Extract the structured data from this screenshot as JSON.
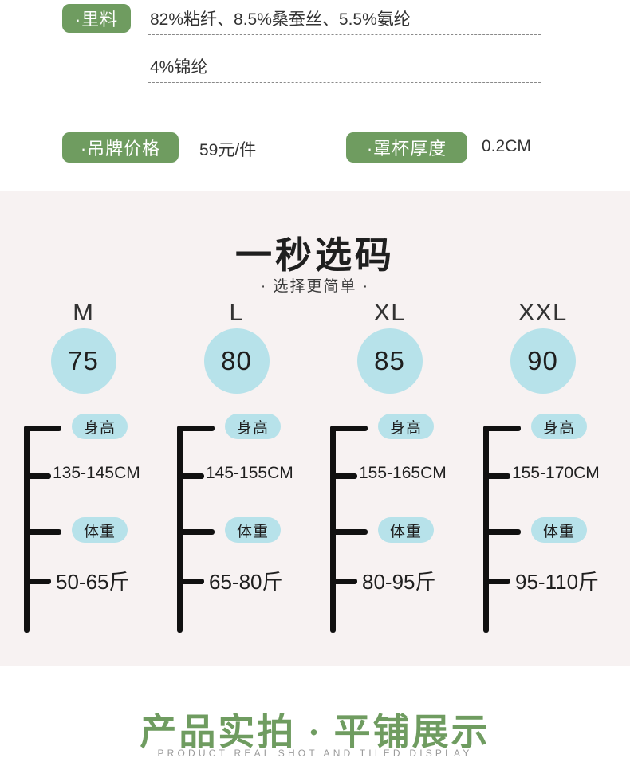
{
  "spec": {
    "lining": {
      "label": "·里料",
      "line1": "82%粘纤、8.5%桑蚕丝、5.5%氨纶",
      "line2": "4%锦纶"
    },
    "tag_price": {
      "label": "·吊牌价格",
      "value": "59元/件"
    },
    "cup_thickness": {
      "label": "·罩杯厚度",
      "value": "0.2CM"
    }
  },
  "size_panel": {
    "title": "一秒选码",
    "subtitle": "· 选择更简单 ·",
    "height_tag": "身高",
    "weight_tag": "体重",
    "columns": [
      {
        "size": "M",
        "cup": "75",
        "height": "135-145CM",
        "weight": "50-65斤"
      },
      {
        "size": "L",
        "cup": "80",
        "height": "145-155CM",
        "weight": "65-80斤"
      },
      {
        "size": "XL",
        "cup": "85",
        "height": "155-165CM",
        "weight": "80-95斤"
      },
      {
        "size": "XXL",
        "cup": "90",
        "height": "155-170CM",
        "weight": "95-110斤"
      }
    ]
  },
  "banner": {
    "title": "产品实拍 · 平铺展示",
    "subtitle": "PRODUCT REAL SHOT AND TILED DISPLAY"
  },
  "colors": {
    "green": "#6f9c60",
    "cyan": "#b7e2ea",
    "panel_bg": "#f7f2f2",
    "bracket": "#111111"
  }
}
